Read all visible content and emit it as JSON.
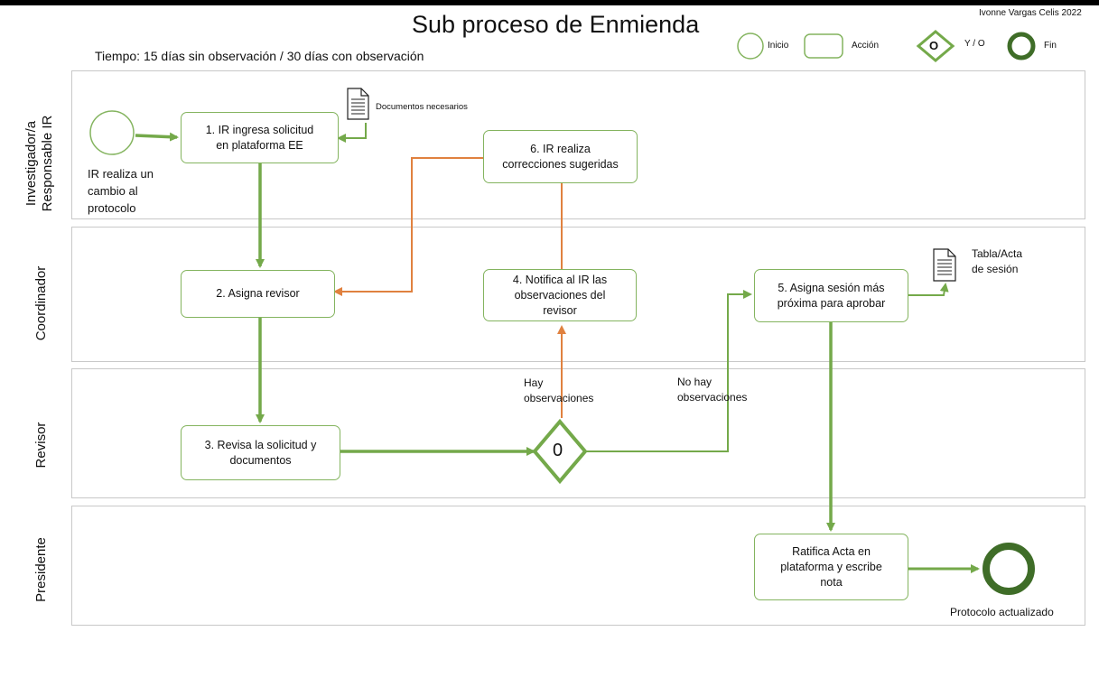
{
  "title": "Sub proceso de Enmienda",
  "author": "Ivonne Vargas Celis 2022",
  "time_note": "Tiempo: 15 días sin observación / 30 días con observación",
  "legend": {
    "inicio": "Inicio",
    "accion": "Acción",
    "gateway_symbol": "O",
    "y_o": "Y / O",
    "fin": "Fin"
  },
  "lanes": [
    "Investigador/a\nResponsable IR",
    "Coordinador",
    "Revisor",
    "Presidente"
  ],
  "events": {
    "start_label": "IR realiza un\ncambio al\nprotocolo",
    "end_label": "Protocolo actualizado"
  },
  "tasks": {
    "t1": "1.   IR ingresa solicitud\nen plataforma EE",
    "t2": "2. Asigna revisor",
    "t3": "3. Revisa la solicitud y\ndocumentos",
    "t4": "4. Notifica al IR las\nobservaciones del\nrevisor",
    "t5": "5. Asigna sesión más\npróxima para aprobar",
    "t6": "6. IR realiza\ncorrecciones sugeridas",
    "t7": "Ratifica Acta en\nplataforma y escribe\nnota"
  },
  "gateway": "0",
  "documents": {
    "doc1": "Documentos necesarios",
    "doc2": "Tabla/Acta\nde sesión"
  },
  "flow_labels": {
    "hay": "Hay\nobservaciones",
    "no_hay": "No hay\nobservaciones"
  },
  "colors": {
    "flow_green": "#74a94a",
    "flow_orange": "#e0813f",
    "box_border": "#84b45f",
    "lane_border": "#c8c8c8"
  }
}
